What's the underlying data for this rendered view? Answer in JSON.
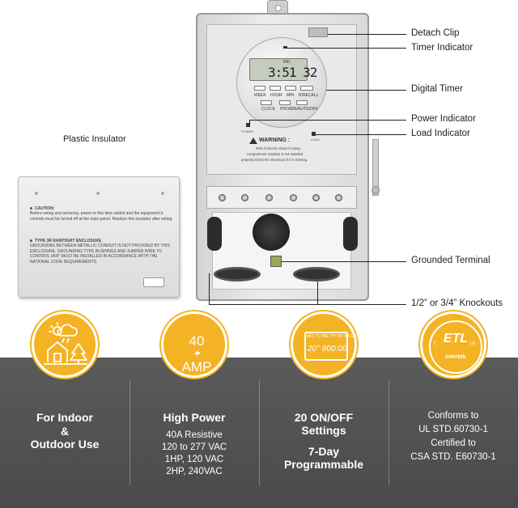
{
  "insulator": {
    "label": "Plastic Insulator",
    "caution_heading": "CAUTION:",
    "caution_text": "Before wiring and servicing, power to this time switch and the equipment it controls must be turned off at the main panel. Replace this insulator after wiring.",
    "type3r_heading": "TYPE 3R RAINTIGHT ENCLOSURE",
    "type3r_text": "GROUNDING BETWEEN METALLIC CONDUIT IS NOT PROVIDED BY THIS ENCLOSURE. GROUNDING TYPE BUSHINGS AND JUMPER WIRE TO CONTROL UNIT MUST BE INSTALLED IN ACCORDANCE WITH THE NATIONAL CODE REQUIREMENTS."
  },
  "timer": {
    "lcd_day": "FRI",
    "lcd_time": "3:51 32",
    "buttons": [
      "WEEK",
      "HOUR",
      "MIN",
      "R/RECALL",
      "CLOCK",
      "PROG",
      "ON/AUTO/OFF"
    ],
    "power_label": "POWER",
    "load_label": "LOAD",
    "warning_title": "WARNING :",
    "warning_lines": [
      "Risk of electric shock if wiring",
      "compartment insulator is not installed",
      "properly.Inform the electrician if it is missing."
    ]
  },
  "callouts": {
    "detach_clip": "Detach Clip",
    "timer_indicator": "Timer Indicator",
    "digital_timer": "Digital Timer",
    "power_indicator": "Power Indicator",
    "load_indicator": "Load Indicator",
    "grounded_terminal": "Grounded Terminal",
    "knockouts": "1/2” or 3/4” Knockouts"
  },
  "features": {
    "indoor": {
      "icon": "house-weather-icon",
      "title_line1": "For Indoor",
      "title_line2": "&",
      "title_line3": "Outdoor Use"
    },
    "power": {
      "icon_top": "40",
      "icon_bottom": "AMP",
      "title": "High Power",
      "specs": [
        "40A Resistive",
        "120 to 277 VAC",
        "1HP, 120 VAC",
        "2HP, 240VAC"
      ]
    },
    "settings": {
      "icon_days": "MO TU WE TH FR SA SU",
      "icon_time": "20° 800:00",
      "title_line1": "20 ON/OFF",
      "title_line2": "Settings",
      "title_line3": "7-Day",
      "title_line4": "Programmable"
    },
    "cert": {
      "icon_letters": "ETL",
      "icon_c": "C",
      "icon_us": "US",
      "icon_brand": "Intertek",
      "lines": [
        "Conforms to",
        "UL STD.60730-1",
        "Certified to",
        "CSA STD. E60730-1"
      ]
    }
  },
  "colors": {
    "accent": "#f4b324",
    "band": "#555555",
    "text_dark": "#222222"
  }
}
